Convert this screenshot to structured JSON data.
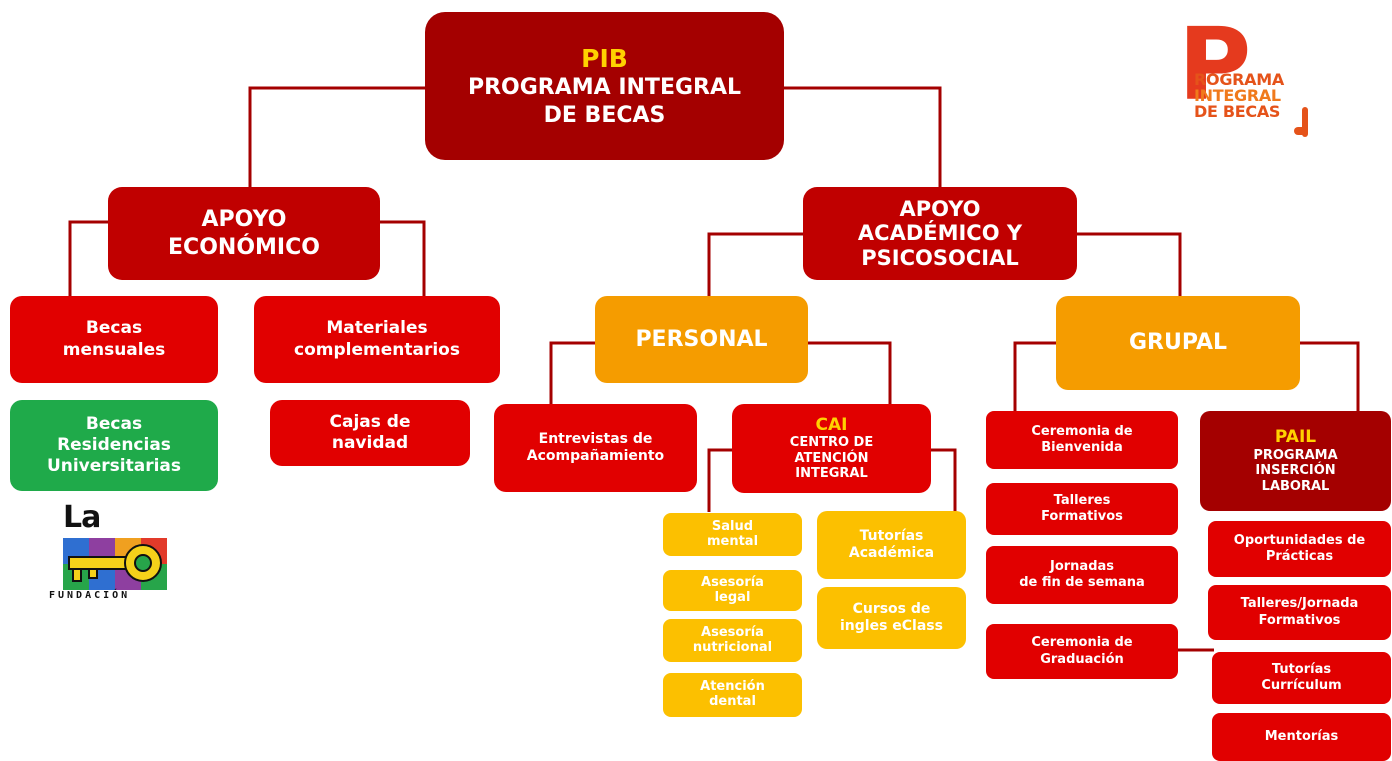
{
  "colors": {
    "dark_red": "#a40000",
    "red": "#e10000",
    "orange": "#f59c00",
    "yellow": "#fcc000",
    "green": "#1faa4a",
    "accent_yellow": "#ffd200",
    "connector": "#a40000"
  },
  "root": {
    "acronym": "PIB",
    "line1": "PROGRAMA INTEGRAL",
    "line2": "DE BECAS"
  },
  "economico": {
    "line1": "APOYO",
    "line2": "ECONÓMICO",
    "becas_mensuales": {
      "line1": "Becas",
      "line2": "mensuales"
    },
    "materiales": {
      "line1": "Materiales",
      "line2": "complementarios"
    },
    "residencias": {
      "line1": "Becas",
      "line2": "Residencias",
      "line3": "Universitarias"
    },
    "cajas": {
      "line1": "Cajas de",
      "line2": "navidad"
    }
  },
  "academico": {
    "line1": "APOYO",
    "line2": "ACADÉMICO Y",
    "line3": "PSICOSOCIAL",
    "personal": {
      "title": "PERSONAL",
      "entrevistas": {
        "line1": "Entrevistas de",
        "line2": "Acompañamiento"
      },
      "cai": {
        "acronym": "CAI",
        "line1": "CENTRO DE",
        "line2": "ATENCIÓN",
        "line3": "INTEGRAL",
        "salud": {
          "line1": "Salud",
          "line2": "mental"
        },
        "legal": {
          "line1": "Asesoría",
          "line2": "legal"
        },
        "nutricional": {
          "line1": "Asesoría",
          "line2": "nutricional"
        },
        "dental": {
          "line1": "Atención",
          "line2": "dental"
        },
        "tutorias": {
          "line1": "Tutorías",
          "line2": "Académica"
        },
        "cursos": {
          "line1": "Cursos de",
          "line2": "ingles eClass"
        }
      }
    },
    "grupal": {
      "title": "GRUPAL",
      "bienvenida": {
        "line1": "Ceremonia de",
        "line2": "Bienvenida"
      },
      "talleres": {
        "line1": "Talleres",
        "line2": "Formativos"
      },
      "jornadas": {
        "line1": "Jornadas",
        "line2": "de fin de semana"
      },
      "graduacion": {
        "line1": "Ceremonia de",
        "line2": "Graduación"
      },
      "pail": {
        "acronym": "PAIL",
        "line1": "PROGRAMA",
        "line2": "INSERCIÓN",
        "line3": "LABORAL",
        "oportunidades": {
          "line1": "Oportunidades de",
          "line2": "Prácticas"
        },
        "talleres_jornada": {
          "line1": "Talleres/Jornada",
          "line2": "Formativos"
        },
        "curriculum": {
          "line1": "Tutorías",
          "line2": "Currículum"
        },
        "mentorias": {
          "line1": "Mentorías"
        }
      }
    }
  },
  "logo_pib": {
    "letter": "P",
    "line1": "ROGRAMA",
    "line2": "INTEGRAL",
    "line3": "DE BECAS"
  },
  "logo_llave": {
    "name": "La Llave",
    "sub": "FUNDACIÓN"
  }
}
